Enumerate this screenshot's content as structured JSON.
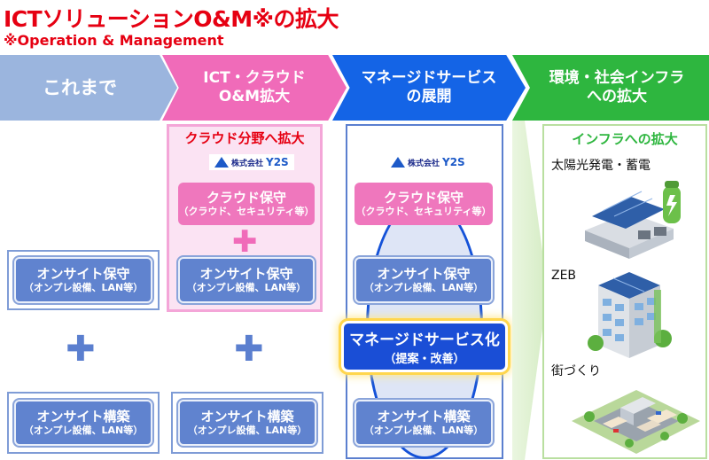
{
  "header": {
    "title": "ICTソリューションO&M※の拡大",
    "footnote": "※Operation & Management"
  },
  "phases": [
    {
      "line1": "これまで",
      "line2": "",
      "color": "#9bb5de"
    },
    {
      "line1": "ICT・クラウド",
      "line2": "O&M拡大",
      "color": "#f06bb9"
    },
    {
      "line1": "マネージドサービス",
      "line2": "の展開",
      "color": "#1464e6"
    },
    {
      "line1": "環境・社会インフラ",
      "line2": "への拡大",
      "color": "#2eb63f"
    }
  ],
  "col1": {
    "onsite_maintenance": {
      "main": "オンサイト保守",
      "sub": "（オンプレ設備、LAN等）"
    },
    "plus": "✚",
    "onsite_build": {
      "main": "オンサイト構築",
      "sub": "（オンプレ設備、LAN等）"
    }
  },
  "col2": {
    "panel_title": "クラウド分野へ拡大",
    "logo": {
      "company": "株式会社",
      "brand": "Y2S"
    },
    "cloud_maintenance": {
      "main": "クラウド保守",
      "sub": "（クラウド、セキュリティ等）"
    },
    "plus": "✚",
    "onsite_maintenance": {
      "main": "オンサイト保守",
      "sub": "（オンプレ設備、LAN等）"
    },
    "plus2": "✚",
    "onsite_build": {
      "main": "オンサイト構築",
      "sub": "（オンプレ設備、LAN等）"
    }
  },
  "col3": {
    "logo": {
      "company": "株式会社",
      "brand": "Y2S"
    },
    "cloud_maintenance": {
      "main": "クラウド保守",
      "sub": "（クラウド、セキュリティ等）"
    },
    "onsite_maintenance": {
      "main": "オンサイト保守",
      "sub": "（オンプレ設備、LAN等）"
    },
    "managed": {
      "main": "マネージドサービス化",
      "sub": "（提案・改善）"
    },
    "onsite_build": {
      "main": "オンサイト構築",
      "sub": "（オンプレ設備、LAN等）"
    }
  },
  "col4": {
    "panel_title": "インフラへの拡大",
    "items": [
      {
        "label": "太陽光発電・蓄電",
        "icon": "solar-battery-illustration"
      },
      {
        "label": "ZEB",
        "icon": "zeb-building-illustration"
      },
      {
        "label": "街づくり",
        "icon": "city-illustration"
      }
    ]
  },
  "colors": {
    "title_red": "#e60012",
    "service_blue": "#6083cf",
    "service_pink": "#ef77bd",
    "managed_blue": "#1a4ed6",
    "plus_blue": "#5b7fcf",
    "plus_pink": "#f06bb9",
    "infra_green": "#2eb63f"
  }
}
